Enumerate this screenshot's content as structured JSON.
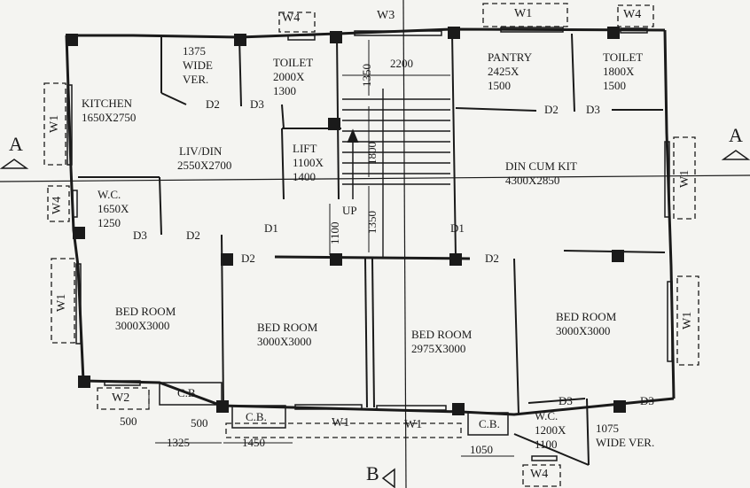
{
  "rooms": [
    {
      "id": "kitchen",
      "lines": [
        "KITCHEN",
        "1650X2750"
      ]
    },
    {
      "id": "wide-ver-1",
      "lines": [
        "1375",
        "WIDE",
        "VER."
      ]
    },
    {
      "id": "toilet-1",
      "lines": [
        "TOILET",
        "2000X",
        "1300"
      ]
    },
    {
      "id": "liv-din",
      "lines": [
        "LIV/DIN",
        "2550X2700"
      ]
    },
    {
      "id": "lift",
      "lines": [
        "LIFT",
        "1100X",
        "1400"
      ]
    },
    {
      "id": "pantry",
      "lines": [
        "PANTRY",
        "2425X",
        "1500"
      ]
    },
    {
      "id": "toilet-2",
      "lines": [
        "TOILET",
        "1800X",
        "1500"
      ]
    },
    {
      "id": "din-cum-kit",
      "lines": [
        "DIN CUM KIT",
        "4300X2850"
      ]
    },
    {
      "id": "wc-1",
      "lines": [
        "W.C.",
        "1650X",
        "1250"
      ]
    },
    {
      "id": "bed-1",
      "lines": [
        "BED ROOM",
        "3000X3000"
      ]
    },
    {
      "id": "bed-2",
      "lines": [
        "BED ROOM",
        "3000X3000"
      ]
    },
    {
      "id": "bed-3",
      "lines": [
        "BED ROOM",
        "2975X3000"
      ]
    },
    {
      "id": "bed-4",
      "lines": [
        "BED ROOM",
        "3000X3000"
      ]
    },
    {
      "id": "wc-2",
      "lines": [
        "W.C.",
        "1200X",
        "1100"
      ]
    },
    {
      "id": "wide-ver-2",
      "lines": [
        "1075",
        "WIDE VER."
      ]
    },
    {
      "id": "cb-1",
      "lines": [
        "C.B."
      ]
    },
    {
      "id": "cb-2",
      "lines": [
        "C.B."
      ]
    },
    {
      "id": "cb-3",
      "lines": [
        "C.B."
      ]
    }
  ],
  "doors": {
    "d1": "D1",
    "d2": "D2",
    "d3": "D3"
  },
  "windows": {
    "w1": "W1",
    "w2": "W2",
    "w3": "W3",
    "w4": "W4"
  },
  "dimensions": {
    "stair_width": "2200",
    "stair_top": "1350",
    "stair_mid": "1800",
    "stair_bottom": "1350",
    "lift_dim": "1100",
    "up": "UP",
    "dim_500_left": "500",
    "dim_500_mid": "500",
    "dim_1325": "1325",
    "dim_1450": "1450",
    "dim_1050": "1050"
  },
  "sections": {
    "a_left": "A",
    "a_right": "A",
    "b": "B"
  }
}
